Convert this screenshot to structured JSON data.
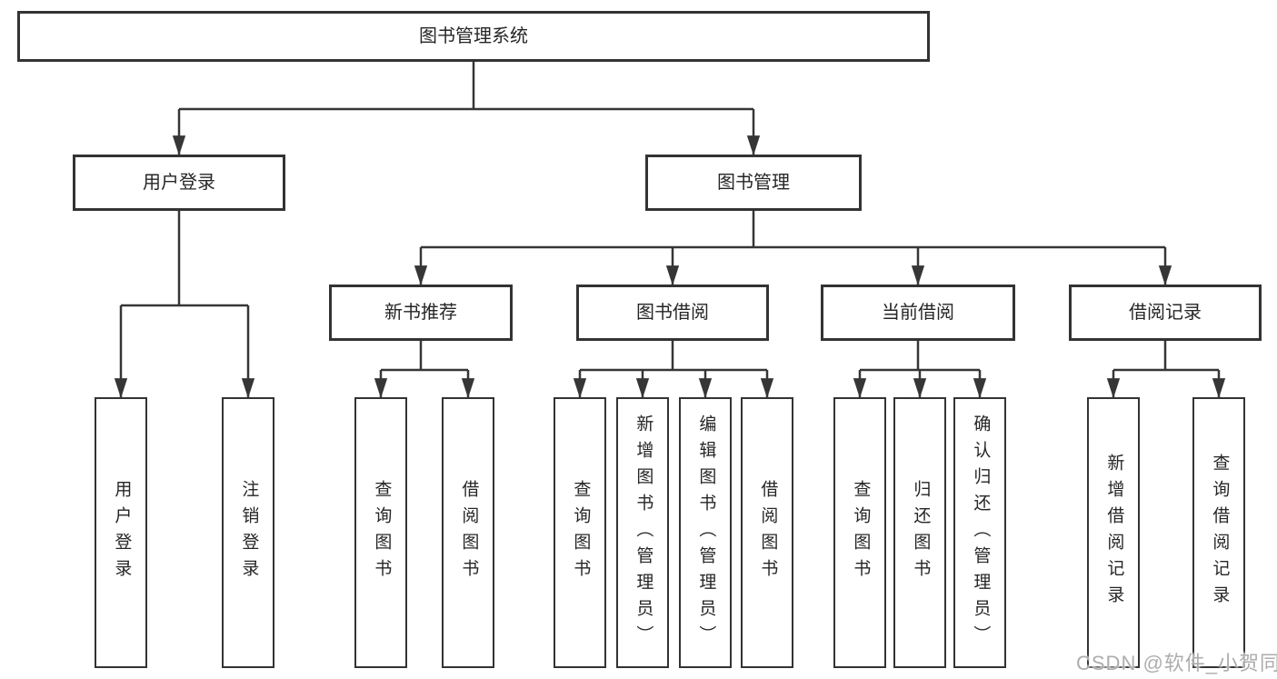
{
  "tree": {
    "root": {
      "label": "图书管理系统"
    },
    "branches": [
      {
        "label": "用户登录",
        "children": [
          {
            "label": "用户登录"
          },
          {
            "label": "注销登录"
          }
        ]
      },
      {
        "label": "图书管理",
        "groups": [
          {
            "label": "新书推荐",
            "children": [
              {
                "label": "查询图书"
              },
              {
                "label": "借阅图书"
              }
            ]
          },
          {
            "label": "图书借阅",
            "children": [
              {
                "label": "查询图书"
              },
              {
                "label": "新增图书（管理员）"
              },
              {
                "label": "编辑图书（管理员）"
              },
              {
                "label": "借阅图书"
              }
            ]
          },
          {
            "label": "当前借阅",
            "children": [
              {
                "label": "查询图书"
              },
              {
                "label": "归还图书"
              },
              {
                "label": "确认归还（管理员）"
              }
            ]
          },
          {
            "label": "借阅记录",
            "children": [
              {
                "label": "新增借阅记录"
              },
              {
                "label": "查询借阅记录"
              }
            ]
          }
        ]
      }
    ]
  },
  "watermark": "CSDN @软件_小贺同学",
  "colors": {
    "line": "#363636",
    "box_border": "#333333",
    "text": "#262626",
    "background": "#ffffff",
    "watermark_text": "#adadad"
  }
}
